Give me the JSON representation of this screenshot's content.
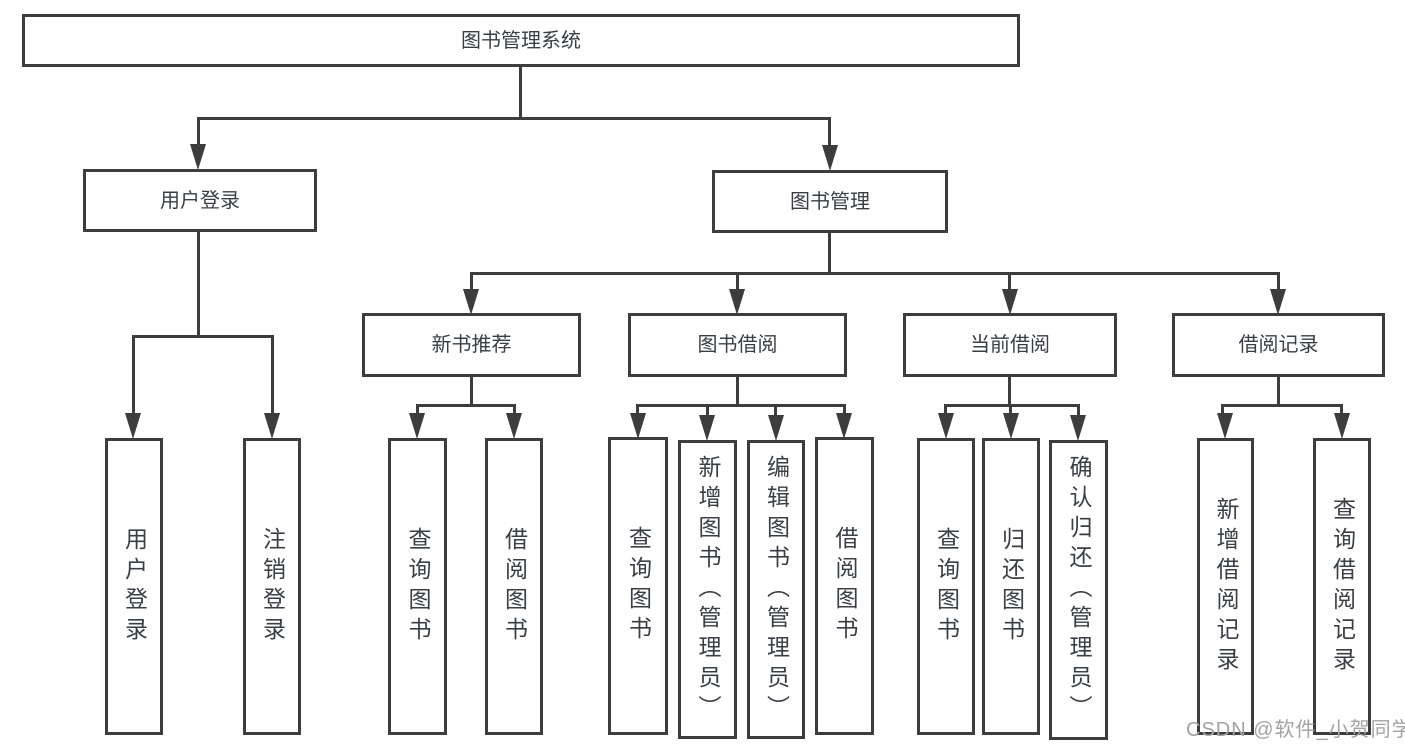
{
  "colors": {
    "line": "#3d3d3d",
    "text": "#3a3f45",
    "box_bg": "#ffffff",
    "watermark": "#a3a3a3"
  },
  "tree": {
    "root": "图书管理系统",
    "branches": [
      {
        "label": "用户登录",
        "children": [
          "用户登录",
          "注销登录"
        ]
      },
      {
        "label": "图书管理",
        "children": [
          {
            "label": "新书推荐",
            "children": [
              "查询图书",
              "借阅图书"
            ]
          },
          {
            "label": "图书借阅",
            "children": [
              "查询图书",
              "新增图书（管理员）",
              "编辑图书（管理员）",
              "借阅图书"
            ]
          },
          {
            "label": "当前借阅",
            "children": [
              "查询图书",
              "归还图书",
              "确认归还（管理员）"
            ]
          },
          {
            "label": "借阅记录",
            "children": [
              "新增借阅记录",
              "查询借阅记录"
            ]
          }
        ]
      }
    ]
  },
  "watermark": "CSDN @软件_小贺同学"
}
